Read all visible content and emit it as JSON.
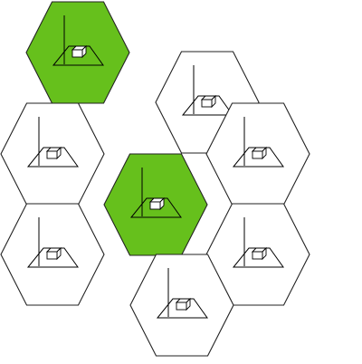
{
  "diagram": {
    "colors": {
      "highlight": "#66c01c",
      "normal": "#ffffff",
      "stroke": "#222222"
    },
    "cells": [
      {
        "name": "cell-top-left",
        "highlighted": true
      },
      {
        "name": "cell-upper-middle",
        "highlighted": false
      },
      {
        "name": "cell-left",
        "highlighted": false
      },
      {
        "name": "cell-right",
        "highlighted": false
      },
      {
        "name": "cell-center",
        "highlighted": true
      },
      {
        "name": "cell-lower-left",
        "highlighted": false
      },
      {
        "name": "cell-lower-right",
        "highlighted": false
      },
      {
        "name": "cell-bottom",
        "highlighted": false
      }
    ],
    "cell_icon": "base-station-icon"
  }
}
